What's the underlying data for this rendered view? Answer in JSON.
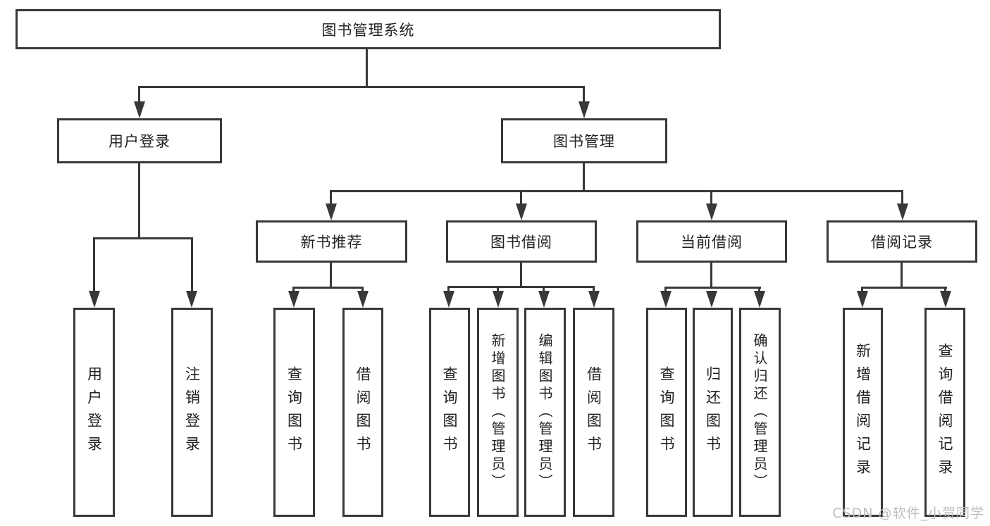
{
  "diagram": {
    "root": {
      "label": "图书管理系统"
    },
    "branches": [
      {
        "label": "用户登录",
        "children": [
          {
            "label": "用户登录"
          },
          {
            "label": "注销登录"
          }
        ]
      },
      {
        "label": "图书管理",
        "children": [
          {
            "label": "新书推荐",
            "children": [
              {
                "label": "查询图书"
              },
              {
                "label": "借阅图书"
              }
            ]
          },
          {
            "label": "图书借阅",
            "children": [
              {
                "label": "查询图书"
              },
              {
                "label": "新增图书（管理员）"
              },
              {
                "label": "编辑图书（管理员）"
              },
              {
                "label": "借阅图书"
              }
            ]
          },
          {
            "label": "当前借阅",
            "children": [
              {
                "label": "查询图书"
              },
              {
                "label": "归还图书"
              },
              {
                "label": "确认归还（管理员）"
              }
            ]
          },
          {
            "label": "借阅记录",
            "children": [
              {
                "label": "新增借阅记录"
              },
              {
                "label": "查询借阅记录"
              }
            ]
          }
        ]
      }
    ]
  },
  "watermark": {
    "text": "CSDN @软件_小贺同学"
  },
  "colors": {
    "line": "#383838",
    "text": "#222222",
    "watermark": "#bdbdbd",
    "background": "#ffffff"
  }
}
